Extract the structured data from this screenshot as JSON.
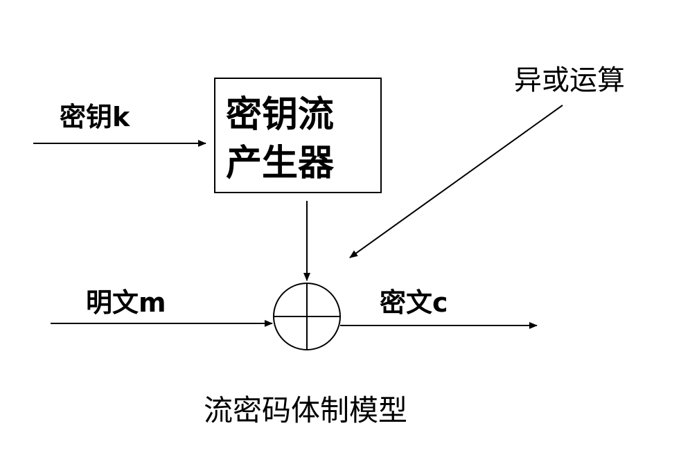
{
  "diagram": {
    "key_input": "密钥k",
    "generator": {
      "line1": "密钥流",
      "line2": "产生器"
    },
    "xor_label": "异或运算",
    "plaintext": "明文m",
    "ciphertext": "密文c",
    "caption": "流密码体制模型"
  },
  "colors": {
    "stroke": "#000000",
    "background": "#ffffff"
  }
}
